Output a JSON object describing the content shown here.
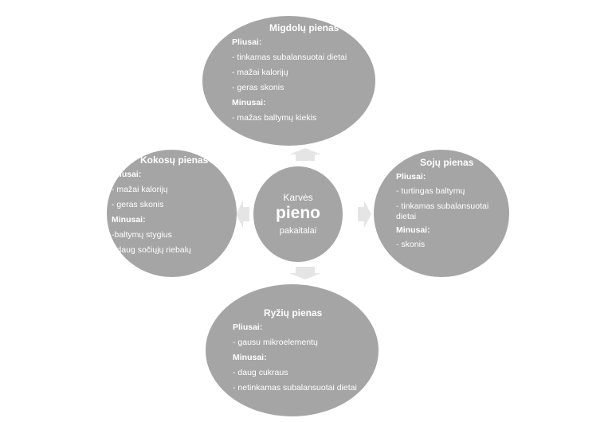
{
  "center": {
    "line1": "Karvės",
    "line2": "pieno",
    "line3": "pakaitalai"
  },
  "top": {
    "title": "Migdolų pienas",
    "pros_label": "Pliusai:",
    "pros": [
      "- tinkamas subalansuotai dietai",
      "- mažai kalorijų",
      "- geras skonis"
    ],
    "cons_label": "Minusai:",
    "cons": [
      "- mažas baltymų kiekis"
    ]
  },
  "left": {
    "title": "Kokosų pienas",
    "pros_label": "Pliusai:",
    "pros": [
      "- mažai kalorijų",
      "- geras skonis"
    ],
    "cons_label": "Minusai:",
    "cons": [
      "-baltymų stygius",
      "- daug sočiųjų riebalų"
    ]
  },
  "right": {
    "title": "Sojų pienas",
    "pros_label": "Pliusai:",
    "pros": [
      "- turtingas baltymų",
      "- tinkamas subalansuotai dietai"
    ],
    "cons_label": "Minusai:",
    "cons": [
      "- skonis"
    ]
  },
  "bottom": {
    "title": "Ryžių pienas",
    "pros_label": "Pliusai:",
    "pros": [
      "- gausu mikroelementų"
    ],
    "cons_label": "Minusai:",
    "cons": [
      "- daug cukraus",
      "- netinkamas subalansuotai dietai"
    ]
  },
  "colors": {
    "ellipse": "#a5a5a5",
    "arrow": "#e5e5e5",
    "text": "#ffffff"
  }
}
